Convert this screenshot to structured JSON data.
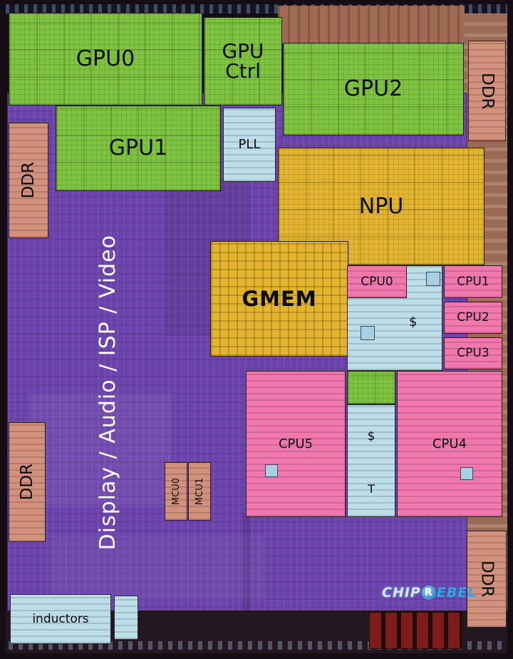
{
  "blocks": {
    "gpu0": "GPU0",
    "gpu_ctrl_line1": "GPU",
    "gpu_ctrl_line2": "Ctrl",
    "gpu1": "GPU1",
    "gpu2": "GPU2",
    "pll": "PLL",
    "npu": "NPU",
    "gmem": "GMEM",
    "display_audio_isp_video": "Display / Audio / ISP / Video",
    "cpu0": "CPU0",
    "cpu1": "CPU1",
    "cpu2": "CPU2",
    "cpu3": "CPU3",
    "cpu4": "CPU4",
    "cpu5": "CPU5",
    "l2_cache_dollar": "$",
    "mid_cache_dollar": "$",
    "mid_cache_t": "T",
    "ddr_top_left": "DDR",
    "ddr_top_right": "DDR",
    "ddr_bottom_left": "DDR",
    "ddr_bottom_right": "DDR",
    "mcu0": "MCU0",
    "mcu1": "MCU1",
    "inductors": "inductors"
  },
  "watermark": {
    "chip": "CHIP",
    "r": "R",
    "ebel": "EBEL"
  },
  "colors": {
    "gpu_green": "#7fc441",
    "npu_gold": "#e2b430",
    "cpu_pink": "#f178ae",
    "fabric_purple": "#6c43ab",
    "ddr_tan": "#d2917d",
    "sram_blue": "#bddde9",
    "label_black": "#0c0c0c",
    "label_white": "#ffffff",
    "watermark_blue": "#2ea7e6"
  }
}
